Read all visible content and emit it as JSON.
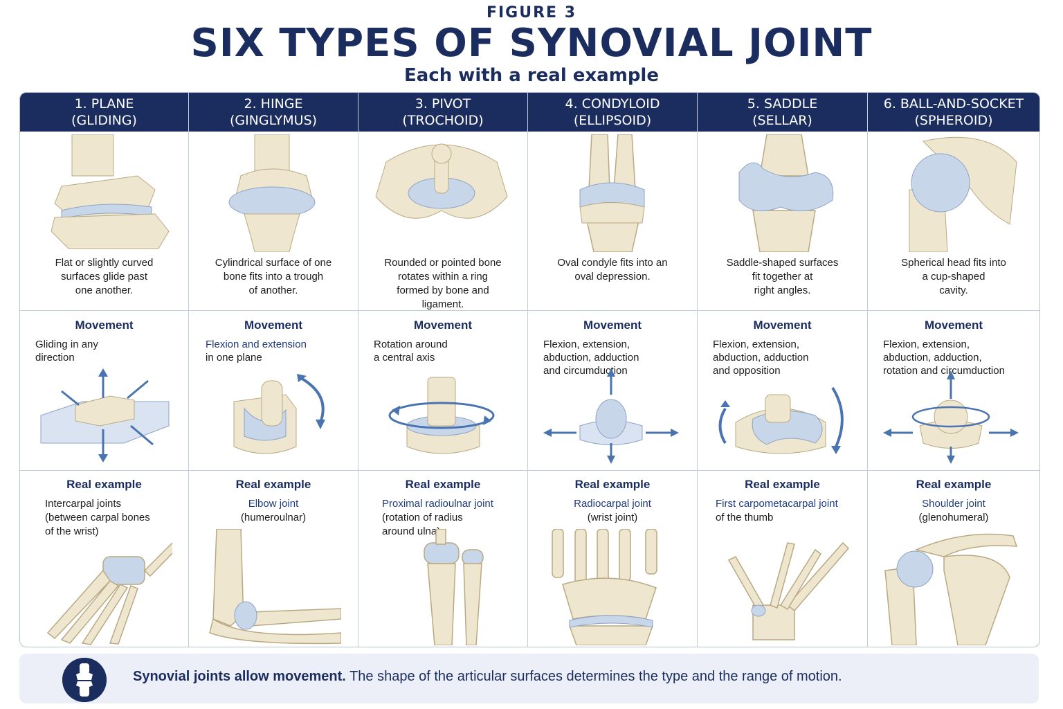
{
  "figure_label": "FIGURE 3",
  "title": "SIX TYPES OF SYNOVIAL JOINT",
  "subtitle": "Each with a real example",
  "section_labels": {
    "movement": "Movement",
    "example": "Real example"
  },
  "colors": {
    "navy": "#1b2d5e",
    "cartilage": "#c8d6ea",
    "bone": "#efe6cf",
    "arrow": "#4a74b0"
  },
  "joints": [
    {
      "name": "1. PLANE",
      "alt": "(GLIDING)",
      "description": [
        "Flat or slightly curved",
        "surfaces glide past",
        "one another."
      ],
      "movement": [
        "Gliding in any",
        "direction"
      ],
      "example": [
        "Intercarpal joints",
        "(between carpal bones",
        "of the wrist)"
      ]
    },
    {
      "name": "2. HINGE",
      "alt": "(GINGLYMUS)",
      "description": [
        "Cylindrical surface of one",
        "bone fits into a trough",
        "of another."
      ],
      "movement": [
        "Flexion and extension",
        "in one plane"
      ],
      "example": [
        "Elbow joint",
        "(humeroulnar)"
      ]
    },
    {
      "name": "3. PIVOT",
      "alt": "(TROCHOID)",
      "description": [
        "Rounded or pointed bone",
        "rotates within a ring",
        "formed by bone and",
        "ligament."
      ],
      "movement": [
        "Rotation around",
        "a central axis"
      ],
      "example": [
        "Proximal radioulnar joint",
        "(rotation of radius",
        "around ulna)"
      ]
    },
    {
      "name": "4. CONDYLOID",
      "alt": "(ELLIPSOID)",
      "description": [
        "Oval condyle fits into an",
        "oval depression."
      ],
      "movement": [
        "Flexion, extension,",
        "abduction, adduction",
        "and circumduction"
      ],
      "example": [
        "Radiocarpal joint",
        "(wrist joint)"
      ]
    },
    {
      "name": "5. SADDLE",
      "alt": "(SELLAR)",
      "description": [
        "Saddle-shaped surfaces",
        "fit together at",
        "right angles."
      ],
      "movement": [
        "Flexion, extension,",
        "abduction, adduction",
        "and opposition"
      ],
      "example": [
        "First carpometacarpal joint",
        "of the thumb"
      ]
    },
    {
      "name": "6. BALL-AND-SOCKET",
      "alt": "(SPHEROID)",
      "description": [
        "Spherical head fits into",
        "a cup-shaped",
        "cavity."
      ],
      "movement": [
        "Flexion, extension,",
        "abduction, adduction,",
        "rotation and circumduction"
      ],
      "example": [
        "Shoulder joint",
        "(glenohumeral)"
      ]
    }
  ],
  "footer": {
    "bold": "Synovial joints allow movement.",
    "text": "The shape of the articular surfaces determines the type and the range of motion.",
    "icon": "knee-joint-icon"
  }
}
